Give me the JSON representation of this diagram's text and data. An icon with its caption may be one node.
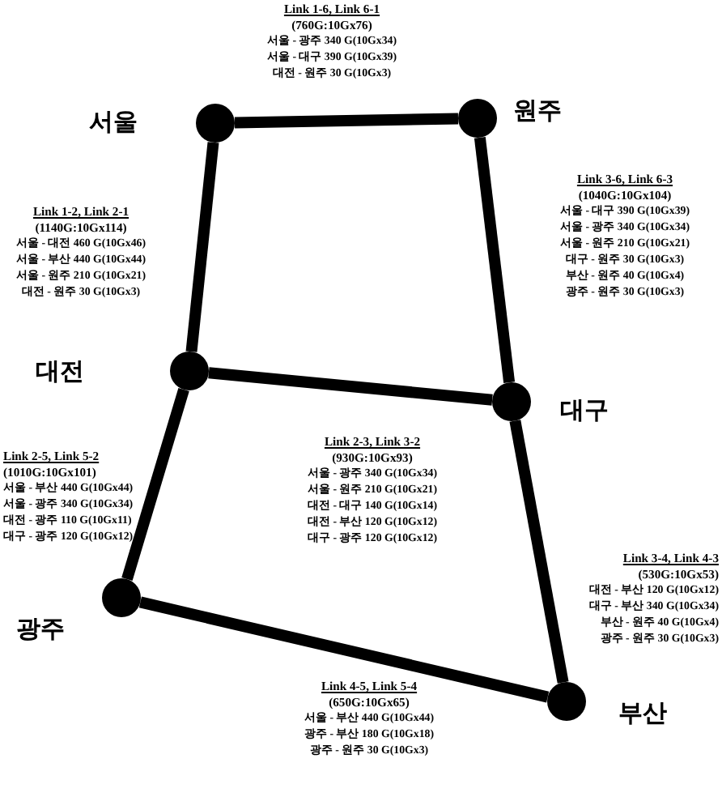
{
  "diagram": {
    "nodes": [
      {
        "text": [],
        "shape": "circle",
        "beside": [
          "서울"
        ]
      },
      {
        "text": [],
        "shape": "circle",
        "beside": [
          "원주"
        ]
      },
      {
        "text": [],
        "shape": "circle",
        "beside": [
          "대전"
        ]
      },
      {
        "text": [],
        "shape": "circle",
        "beside": [
          "대구"
        ]
      },
      {
        "text": [],
        "shape": "circle",
        "beside": [
          "광주"
        ]
      },
      {
        "text": [],
        "shape": "circle",
        "beside": [
          "부산"
        ]
      }
    ],
    "edges": [
      {
        "from": 0,
        "to": 1,
        "arrow": "none"
      },
      {
        "from": 0,
        "to": 2,
        "arrow": "none"
      },
      {
        "from": 1,
        "to": 3,
        "arrow": "none"
      },
      {
        "from": 2,
        "to": 3,
        "arrow": "none"
      },
      {
        "from": 2,
        "to": 4,
        "arrow": "none"
      },
      {
        "from": 3,
        "to": 5,
        "arrow": "none"
      },
      {
        "from": 4,
        "to": 5,
        "arrow": "none"
      }
    ],
    "labels": [
      "Link 1-6, Link 6-1",
      "(760G:10Gx76)",
      "서울 - 광주 340 G(10Gx34)",
      "서울 - 대구 390 G(10Gx39)",
      "대전 - 원주 30 G(10Gx3)",
      "Link 3-6, Link 6-3",
      "(1040G:10Gx104)",
      "서울 - 대구 390 G(10Gx39)",
      "서울 - 광주 340 G(10Gx34)",
      "서울 - 원주 210 G(10Gx21)",
      "대구 - 원주 30 G(10Gx3)",
      "부산 - 원주 40 G(10Gx4)",
      "광주 - 원주 30 G(10Gx3)",
      "Link 1-2, Link 2-1",
      "(1140G:10Gx114)",
      "서울 - 대전 460 G(10Gx46)",
      "서울 - 부산 440 G(10Gx44)",
      "서울 - 원주 210 G(10Gx21)",
      "대전 - 원주 30 G(10Gx3)",
      "Link 2-5, Link 5-2",
      "(1010G:10Gx101)",
      "서울 - 부산 440 G(10Gx44)",
      "서울 - 광주 340 G(10Gx34)",
      "대전 - 광주 110 G(10Gx11)",
      "대구 - 광주 120 G(10Gx12)",
      "Link 2-3, Link 3-2",
      "(930G:10Gx93)",
      "서울 - 광주 340 G(10Gx34)",
      "서울 - 원주 210 G(10Gx21)",
      "대전 - 대구 140 G(10Gx14)",
      "대전 - 부산 120 G(10Gx12)",
      "대구 - 광주 120 G(10Gx12)",
      "Link 3-4, Link 4-3",
      "(530G:10Gx53)",
      "대전 - 부산 120 G(10Gx12)",
      "대구 - 부산 340 G(10Gx34)",
      "부산 - 원주 40 G(10Gx4)",
      "광주 - 원주 30 G(10Gx3)",
      "Link 4-5, Link 5-4",
      "(650G:10Gx65)",
      "서울 - 부산 440 G(10Gx44)",
      "광주 - 부산 180 G(10Gx18)",
      "광주 - 원주 30 G(10Gx3)"
    ]
  }
}
